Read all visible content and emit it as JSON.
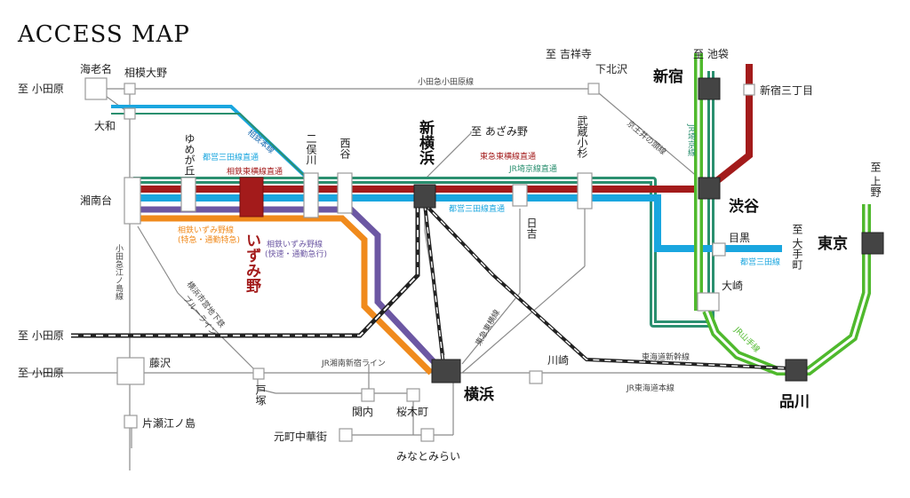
{
  "title": "ACCESS MAP",
  "colors": {
    "sotetsu_jr": "#2a8f6f",
    "tokyu": "#a31b1b",
    "toei": "#1aa6df",
    "sotetsu_izumino": "#6c57a3",
    "sotetsu_rapid": "#f08a1c",
    "jr_yamanote": "#4fb92d",
    "highlight": "#a31b1b"
  },
  "stations": {
    "ebina": "海老名",
    "sagamiono": "相模大野",
    "yamato": "大和",
    "shonandai": "湘南台",
    "yumegaoka": "ゆめが丘",
    "izumino": "いずみ野",
    "futamatagawa": "二俣川",
    "nishiya": "西谷",
    "shinyokohama": "新横浜",
    "hiyoshi": "日吉",
    "musashikosugi": "武蔵小杉",
    "shimokitazawa": "下北沢",
    "shinjuku": "新宿",
    "shinjuku_sanchome": "新宿三丁目",
    "shibuya": "渋谷",
    "meguro": "目黒",
    "osaki": "大崎",
    "tokyo": "東京",
    "shinagawa": "品川",
    "kawasaki": "川崎",
    "yokohama": "横浜",
    "fujisawa": "藤沢",
    "totsuka": "戸塚",
    "kannai": "関内",
    "sakuragicho": "桜木町",
    "motomachi": "元町中華街",
    "minatomirai": "みなとみらい",
    "katase": "片瀬江ノ島"
  },
  "directions": {
    "odawara1": "至 小田原",
    "odawara2": "至 小田原",
    "odawara3": "至 小田原",
    "kichijoji": "至 吉祥寺",
    "ikebukuro": "至 池袋",
    "ueno": "至 上野",
    "otemachi": "至 大手町",
    "azamino": "至 あざみ野"
  },
  "lines": {
    "odakyu_odawara": "小田急小田原線",
    "sotetsu_main": "相鉄本線",
    "toei_direct1": "都営三田線直通",
    "tokyu_direct1": "相鉄東横線直通",
    "tokyu_direct2": "東急東横線直通",
    "jr_saikyo_direct": "JR埼京線直通",
    "toei_direct2": "都営三田線直通",
    "izumino_line": "相鉄いずみ野線",
    "izumino_line_sub": "(特急・通勤特急)",
    "izumino_rapid": "相鉄いずみ野線",
    "izumino_rapid_sub": "(快速・通勤急行)",
    "keio_inokashira": "京王井の頭線",
    "jr_saikyo": "JR埼京線",
    "toei_mita": "都営三田線",
    "odakyu_enoshima": "小田急江ノ島線",
    "blue_line": "横浜市営地下鉄",
    "blue_line_sub": "ブルーライン",
    "tokyu_toyoko": "東急東横線",
    "jr_shonan_shinjuku": "JR湘南新宿ライン",
    "tokaido_shinkansen": "東海道新幹線",
    "jr_tokaido": "JR東海道本線",
    "jr_yamanote": "JR山手線"
  }
}
